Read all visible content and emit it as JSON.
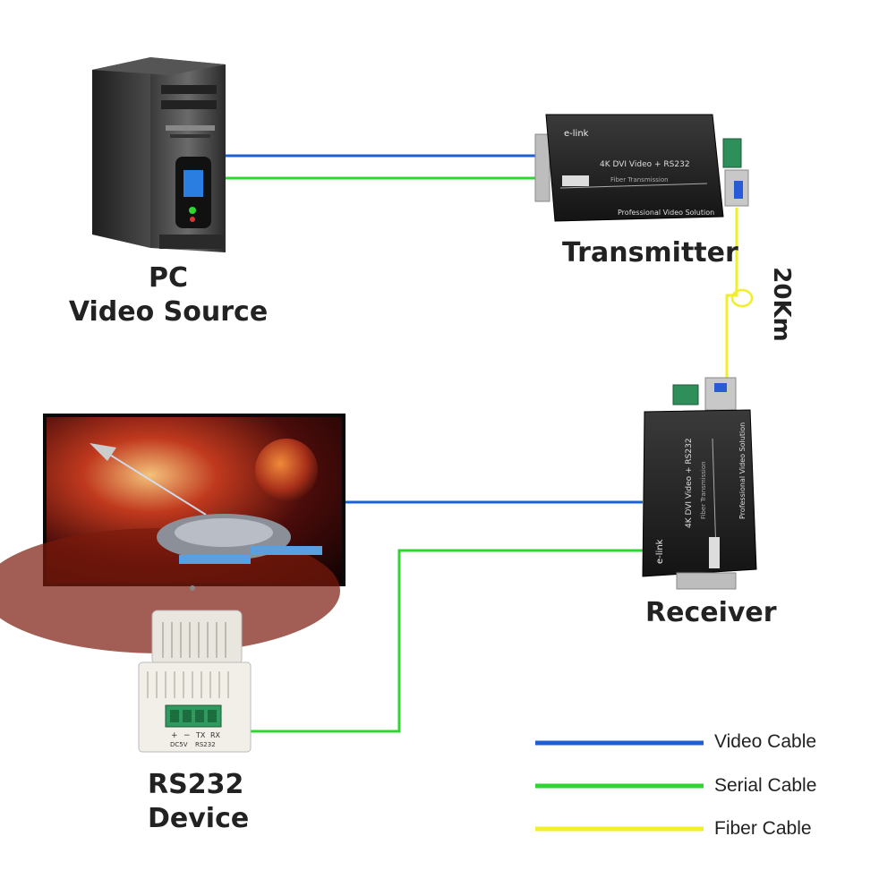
{
  "labels": {
    "pc_line1": "PC",
    "pc_line2": "Video Source",
    "transmitter": "Transmitter",
    "receiver": "Receiver",
    "rs232_line1": "RS232",
    "rs232_line2": "Device",
    "distance": "20Km"
  },
  "devices": {
    "brand": "e-link",
    "model_text": "4K DVI Video + RS232",
    "fiber_text": "Fiber Transmission",
    "tagline": "Professional Video Solution"
  },
  "rs232_terminal": {
    "plus": "+",
    "minus": "−",
    "tx": "TX",
    "rx": "RX",
    "dc": "DC5V",
    "rs": "RS232"
  },
  "legend": {
    "items": [
      {
        "label": "Video Cable",
        "color": "#1f5fd6"
      },
      {
        "label": "Serial Cable",
        "color": "#2fd62f"
      },
      {
        "label": "Fiber Cable",
        "color": "#f2ee2a"
      }
    ]
  },
  "colors": {
    "video": "#1f5fd6",
    "serial": "#2fd62f",
    "fiber": "#f2ee2a"
  }
}
